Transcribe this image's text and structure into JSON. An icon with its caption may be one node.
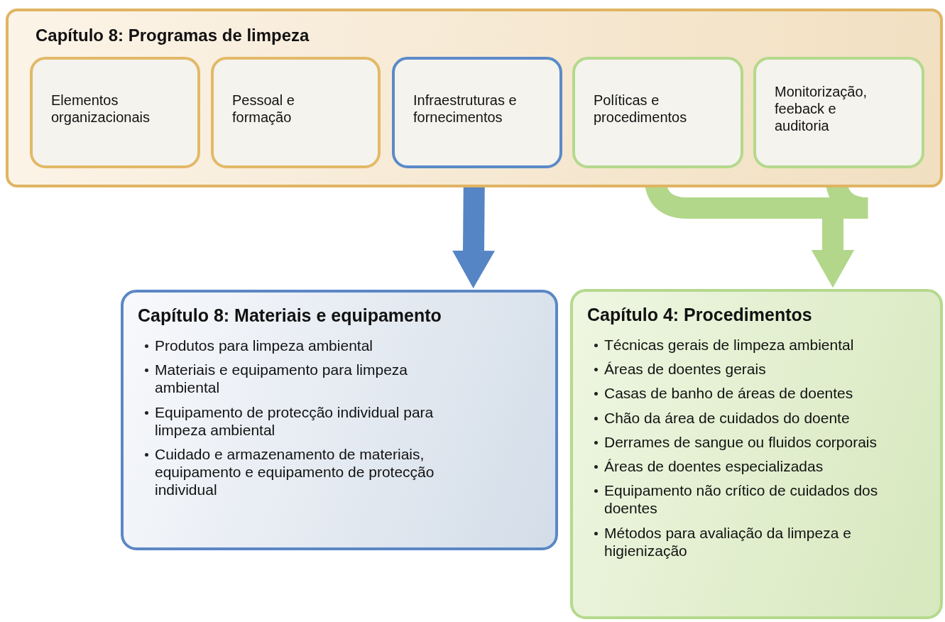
{
  "diagram": {
    "nodes": [
      {
        "text": [
          "Capítulo 8: Programas de limpeza"
        ]
      },
      {
        "text": [
          "Elementos organizacionais"
        ],
        "in": 0
      },
      {
        "text": [
          "Pessoal e formação"
        ],
        "in": 0
      },
      {
        "text": [
          "Infraestruturas e fornecimentos"
        ],
        "in": 0
      },
      {
        "text": [
          "Políticas e procedimentos"
        ],
        "in": 0
      },
      {
        "text": [
          "Monitorização, feeback e auditoria"
        ],
        "in": 0
      },
      {
        "text": [
          "Capítulo 8: Materiais e equipamento",
          "Produtos para limpeza ambiental",
          "Materiais e equipamento para limpeza ambiental",
          "Equipamento de protecção individual para limpeza ambiental",
          "Cuidado e armazenamento de materiais, equipamento e equipamento de protecção individual"
        ]
      },
      {
        "text": [
          "Capítulo 4: Procedimentos",
          "Técnicas gerais de limpeza ambiental",
          "Áreas de doentes gerais",
          "Casas de banho de áreas de doentes",
          "Chão da área de cuidados do doente",
          "Derrames de sangue ou fluidos corporais",
          "Áreas de doentes especializadas",
          "Equipamento não crítico de cuidados dos doentes",
          "Métodos para avaliação da limpeza e higienização"
        ]
      }
    ],
    "edges": [
      {
        "from": 3,
        "to": 6,
        "arrow": "to",
        "color": "#5585c5"
      },
      {
        "from": 4,
        "to": 7,
        "arrow": "to",
        "color": "#b2d78a"
      },
      {
        "from": 5,
        "to": 7,
        "arrow": "to",
        "color": "#b2d78a"
      }
    ]
  }
}
